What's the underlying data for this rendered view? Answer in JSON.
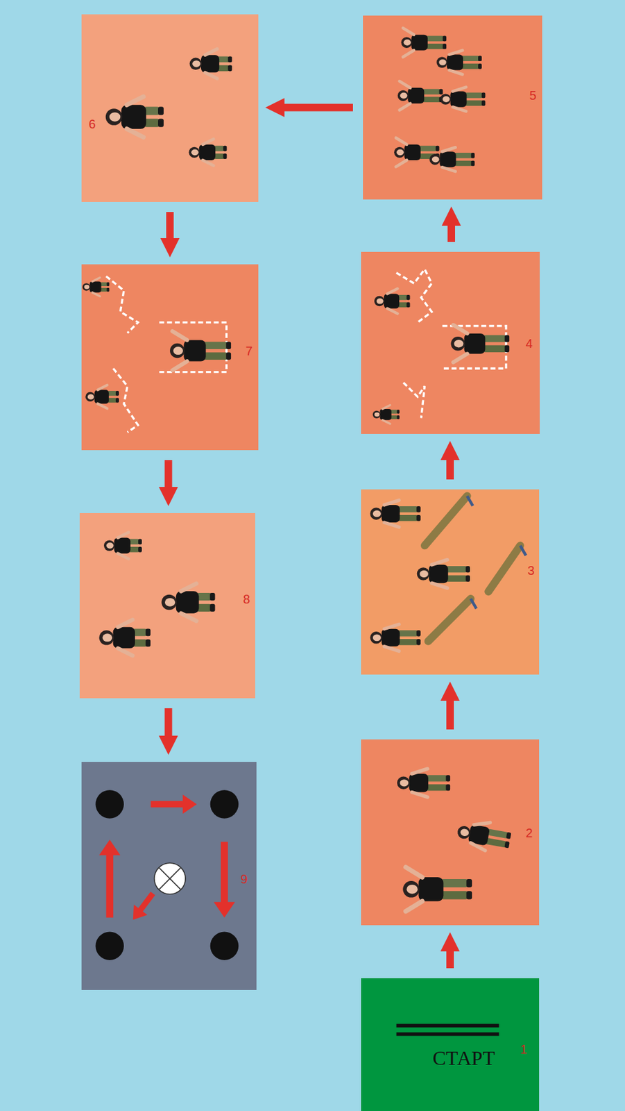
{
  "diagram": {
    "nodes": [
      {
        "text": [
          "СТАРТ",
          "1"
        ]
      },
      {
        "text": [
          "2"
        ]
      },
      {
        "text": [
          "3"
        ]
      },
      {
        "text": [
          "4"
        ]
      },
      {
        "text": [
          "5"
        ]
      },
      {
        "text": [
          "6"
        ]
      },
      {
        "text": [
          "7"
        ]
      },
      {
        "text": [
          "8"
        ]
      },
      {
        "text": [
          "9"
        ]
      }
    ],
    "edges": [
      {
        "from": 0,
        "to": 1,
        "arrow": "to"
      },
      {
        "from": 1,
        "to": 2,
        "arrow": "to"
      },
      {
        "from": 2,
        "to": 3,
        "arrow": "to"
      },
      {
        "from": 3,
        "to": 4,
        "arrow": "to"
      },
      {
        "from": 4,
        "to": 5,
        "arrow": "to"
      },
      {
        "from": 5,
        "to": 6,
        "arrow": "to"
      },
      {
        "from": 6,
        "to": 7,
        "arrow": "to"
      },
      {
        "from": 7,
        "to": 8,
        "arrow": "to"
      }
    ]
  }
}
